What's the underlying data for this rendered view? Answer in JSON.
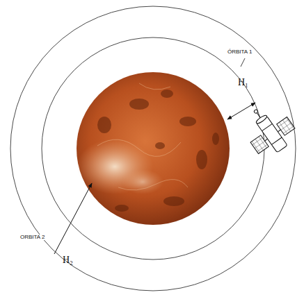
{
  "diagram": {
    "labels": [
      "ÓRBITA 1",
      "H₁",
      "ORBITA 2",
      "H₂"
    ]
  }
}
